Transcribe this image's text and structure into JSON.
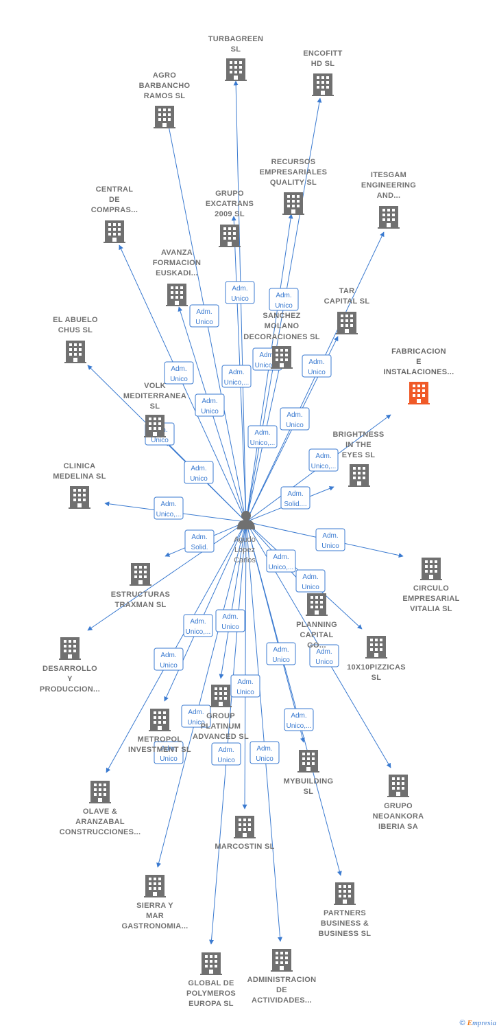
{
  "colors": {
    "edge": "#3a7ad0",
    "building": "#707070",
    "highlight": "#f05a28",
    "person": "#707070"
  },
  "center": {
    "name_lines": [
      "Agudo",
      "Lopez",
      "Carlos"
    ],
    "icon": "person-icon"
  },
  "companies": [
    {
      "id": "turbagreen",
      "lines": [
        "TURBAGREEN",
        "SL"
      ],
      "highlight": false
    },
    {
      "id": "encofitt",
      "lines": [
        "ENCOFITT",
        "HD  SL"
      ],
      "highlight": false
    },
    {
      "id": "agro-barbancho",
      "lines": [
        "AGRO",
        "BARBANCHO",
        "RAMOS  SL"
      ],
      "highlight": false
    },
    {
      "id": "recursos-empresariales",
      "lines": [
        "RECURSOS",
        "EMPRESARIALES",
        "QUALITY  SL"
      ],
      "highlight": false
    },
    {
      "id": "itesgam",
      "lines": [
        "ITESGAM",
        "ENGINEERING",
        "AND..."
      ],
      "highlight": false
    },
    {
      "id": "central-compras",
      "lines": [
        "CENTRAL",
        "DE",
        "COMPRAS..."
      ],
      "highlight": false
    },
    {
      "id": "grupo-excatrans",
      "lines": [
        "GRUPO",
        "EXCATRANS",
        "2009  SL"
      ],
      "highlight": false
    },
    {
      "id": "avanza-formacion",
      "lines": [
        "AVANZA",
        "FORMACION",
        "EUSKADI..."
      ],
      "highlight": false
    },
    {
      "id": "tar-capital",
      "lines": [
        "TAR",
        "CAPITAL  SL"
      ],
      "highlight": false
    },
    {
      "id": "sanchez-molano",
      "lines": [
        "SANCHEZ",
        "MOLANO",
        "DECORACIONES SL"
      ],
      "highlight": false
    },
    {
      "id": "el-abuelo-chus",
      "lines": [
        "EL ABUELO",
        "CHUS  SL"
      ],
      "highlight": false
    },
    {
      "id": "fabricacion-instalaciones",
      "lines": [
        "FABRICACION",
        "E",
        "INSTALACIONES..."
      ],
      "highlight": true
    },
    {
      "id": "volk-mediterranea",
      "lines": [
        "VOLK",
        "MEDITERRANEA",
        "SL"
      ],
      "highlight": false
    },
    {
      "id": "brightness-eyes",
      "lines": [
        "BRIGHTNESS",
        "IN THE",
        "EYES  SL"
      ],
      "highlight": false
    },
    {
      "id": "clinica-medelina",
      "lines": [
        "CLINICA",
        "MEDELINA  SL"
      ],
      "highlight": false
    },
    {
      "id": "circulo-empresarial",
      "lines": [
        "CIRCULO",
        "EMPRESARIAL",
        "VITALIA  SL"
      ],
      "highlight": false
    },
    {
      "id": "estructuras-traxman",
      "lines": [
        "ESTRUCTURAS",
        "TRAXMAN  SL"
      ],
      "highlight": false
    },
    {
      "id": "planning-capital",
      "lines": [
        "PLANNING",
        "CAPITAL",
        "GO..."
      ],
      "highlight": false
    },
    {
      "id": "10x10pizzicas",
      "lines": [
        "10X10PIZZICAS",
        "SL"
      ],
      "highlight": false
    },
    {
      "id": "desarrollo-produccion",
      "lines": [
        "DESARROLLO",
        "Y",
        "PRODUCCION..."
      ],
      "highlight": false
    },
    {
      "id": "metropol-investment",
      "lines": [
        "METROPOL",
        "INVESTMENT SL"
      ],
      "highlight": false
    },
    {
      "id": "group-platinum",
      "lines": [
        "GROUP",
        "PLATINUM",
        "ADVANCED  SL"
      ],
      "highlight": false
    },
    {
      "id": "mybuilding",
      "lines": [
        "MYBUILDING",
        "SL"
      ],
      "highlight": false
    },
    {
      "id": "grupo-neoankora",
      "lines": [
        "GRUPO",
        "NEOANKORA",
        "IBERIA SA"
      ],
      "highlight": false
    },
    {
      "id": "olave-aranzabal",
      "lines": [
        "OLAVE &",
        "ARANZABAL",
        "CONSTRUCCIONES..."
      ],
      "highlight": false
    },
    {
      "id": "marcostin",
      "lines": [
        "MARCOSTIN SL"
      ],
      "highlight": false
    },
    {
      "id": "sierra-mar",
      "lines": [
        "SIERRA Y",
        "MAR",
        "GASTRONOMIA..."
      ],
      "highlight": false
    },
    {
      "id": "partners-business",
      "lines": [
        "PARTNERS",
        "BUSINESS &",
        "BUSINESS  SL"
      ],
      "highlight": false
    },
    {
      "id": "global-polymeros",
      "lines": [
        "GLOBAL DE",
        "POLYMEROS",
        "EUROPA  SL"
      ],
      "highlight": false
    },
    {
      "id": "administracion-actividades",
      "lines": [
        "ADMINISTRACION",
        "DE",
        "ACTIVIDADES..."
      ],
      "highlight": false
    }
  ],
  "edges": [
    {
      "to": "turbagreen",
      "label": [
        "Adm.",
        "Unico"
      ]
    },
    {
      "to": "encofitt",
      "label": [
        "Adm.",
        "Unico"
      ]
    },
    {
      "to": "agro-barbancho",
      "label": [
        "Adm.",
        "Unico"
      ]
    },
    {
      "to": "recursos-empresariales",
      "label": [
        "Adm.",
        "Unico,..."
      ]
    },
    {
      "to": "itesgam",
      "label": [
        "Adm.",
        "Unico"
      ]
    },
    {
      "to": "central-compras",
      "label": [
        "Adm.",
        "Unico"
      ]
    },
    {
      "to": "grupo-excatrans",
      "label": [
        "Adm.",
        "Unico,..."
      ]
    },
    {
      "to": "avanza-formacion",
      "label": [
        "Adm.",
        "Unico"
      ]
    },
    {
      "to": "tar-capital",
      "label": [
        "Adm.",
        "Unico"
      ]
    },
    {
      "to": "sanchez-molano",
      "label": [
        "Adm.",
        "Unico,..."
      ]
    },
    {
      "to": "el-abuelo-chus",
      "label": [
        "Adm.",
        "Unico"
      ]
    },
    {
      "to": "fabricacion-instalaciones",
      "label": [
        "Adm.",
        "Unico,..."
      ]
    },
    {
      "to": "volk-mediterranea",
      "label": [
        "Adm.",
        "Unico"
      ]
    },
    {
      "to": "brightness-eyes",
      "label": [
        "Adm.",
        "Solid...."
      ]
    },
    {
      "to": "clinica-medelina",
      "label": [
        "Adm.",
        "Unico,..."
      ]
    },
    {
      "to": "circulo-empresarial",
      "label": [
        "Adm.",
        "Unico"
      ]
    },
    {
      "to": "estructuras-traxman",
      "label": [
        "Adm.",
        "Solid."
      ]
    },
    {
      "to": "planning-capital",
      "label": [
        "Adm.",
        "Unico"
      ]
    },
    {
      "to": "10x10pizzicas",
      "label": [
        "Adm.",
        "Unico,..."
      ]
    },
    {
      "to": "desarrollo-produccion",
      "label": [
        "Adm.",
        "Unico,..."
      ]
    },
    {
      "to": "metropol-investment",
      "label": [
        "Adm.",
        "Unico"
      ]
    },
    {
      "to": "group-platinum",
      "label": [
        "Adm.",
        "Unico"
      ]
    },
    {
      "to": "mybuilding",
      "label": [
        "Adm.",
        "Unico"
      ]
    },
    {
      "to": "grupo-neoankora",
      "label": [
        "Adm.",
        "Unico"
      ]
    },
    {
      "to": "olave-aranzabal",
      "label": [
        "Adm.",
        "Unico"
      ]
    },
    {
      "to": "marcostin",
      "label": [
        "Adm.",
        "Unico"
      ]
    },
    {
      "to": "sierra-mar",
      "label": [
        "Adm.",
        "Unico,..."
      ]
    },
    {
      "to": "partners-business",
      "label": [
        "Adm.",
        "Unico"
      ]
    },
    {
      "to": "global-polymeros",
      "label": [
        "Adm.",
        "Unico"
      ]
    },
    {
      "to": "administracion-actividades",
      "label": [
        "Adm.",
        "Unico"
      ]
    }
  ],
  "footer": {
    "copyright": "©",
    "brand_initial": "E",
    "brand_rest": "mpresia"
  }
}
